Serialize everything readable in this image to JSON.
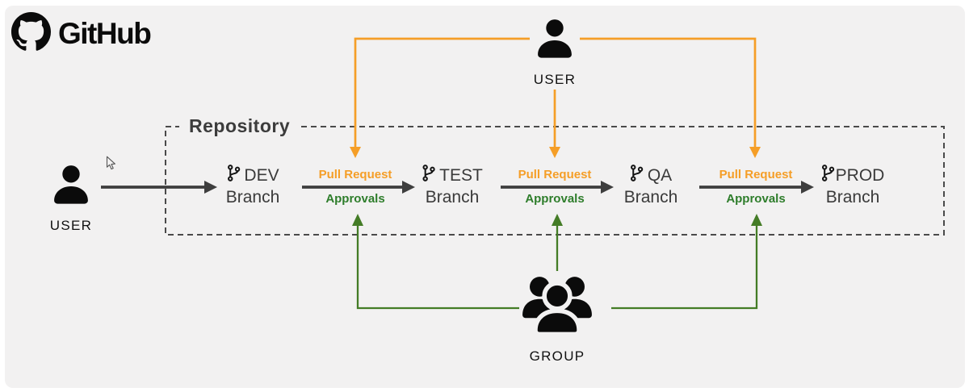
{
  "logo": {
    "text": "GitHub",
    "icon": "github-octocat-icon"
  },
  "colors": {
    "orange": "#F59E27",
    "green_line": "#447C26",
    "green_text": "#2E7D2B",
    "dark": "#3E3E3E",
    "panel_bg": "#F2F1F1",
    "text_dark": "#3C3C3C"
  },
  "actors": {
    "top_user": {
      "label": "USER",
      "icon": "user-icon"
    },
    "left_user": {
      "label": "USER",
      "icon": "user-icon"
    },
    "group": {
      "label": "GROUP",
      "icon": "group-icon"
    }
  },
  "repository": {
    "title": "Repository",
    "branches": [
      {
        "name": "DEV",
        "suffix": "Branch",
        "icon": "git-branch-icon"
      },
      {
        "name": "TEST",
        "suffix": "Branch",
        "icon": "git-branch-icon"
      },
      {
        "name": "QA",
        "suffix": "Branch",
        "icon": "git-branch-icon"
      },
      {
        "name": "PROD",
        "suffix": "Branch",
        "icon": "git-branch-icon"
      }
    ],
    "gates": [
      {
        "request": "Pull Request",
        "approval": "Approvals"
      },
      {
        "request": "Pull Request",
        "approval": "Approvals"
      },
      {
        "request": "Pull Request",
        "approval": "Approvals"
      }
    ]
  },
  "pointer": {
    "icon": "mouse-cursor-icon"
  }
}
